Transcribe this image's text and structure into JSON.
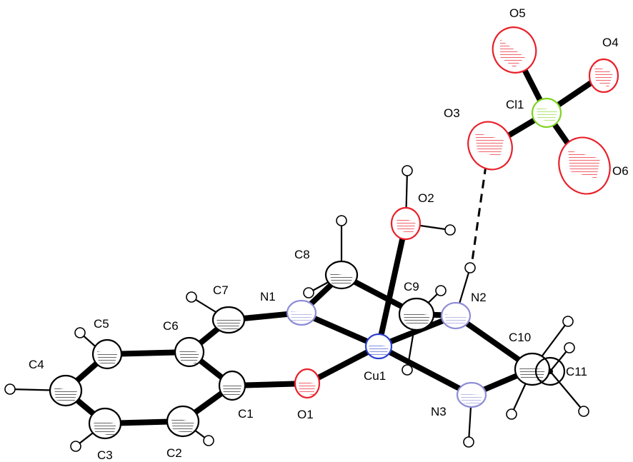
{
  "labels": {
    "O5": "O5",
    "O4": "O4",
    "Cl1": "Cl1",
    "O3": "O3",
    "O6": "O6",
    "O2": "O2",
    "C8": "C8",
    "C7": "C7",
    "N1": "N1",
    "C9": "C9",
    "N2": "N2",
    "C5": "C5",
    "C6": "C6",
    "C10": "C10",
    "C4": "C4",
    "Cu1": "Cu1",
    "C11": "C11",
    "C1": "C1",
    "O1": "O1",
    "N3": "N3",
    "C3": "C3",
    "C2": "C2"
  },
  "colors": {
    "carbon": "#000000",
    "oxygen": "#e8202a",
    "nitrogen": "#8c8cd6",
    "copper": "#2a3fd0",
    "chlorine": "#7ed321",
    "hydrogen": "#000000"
  }
}
